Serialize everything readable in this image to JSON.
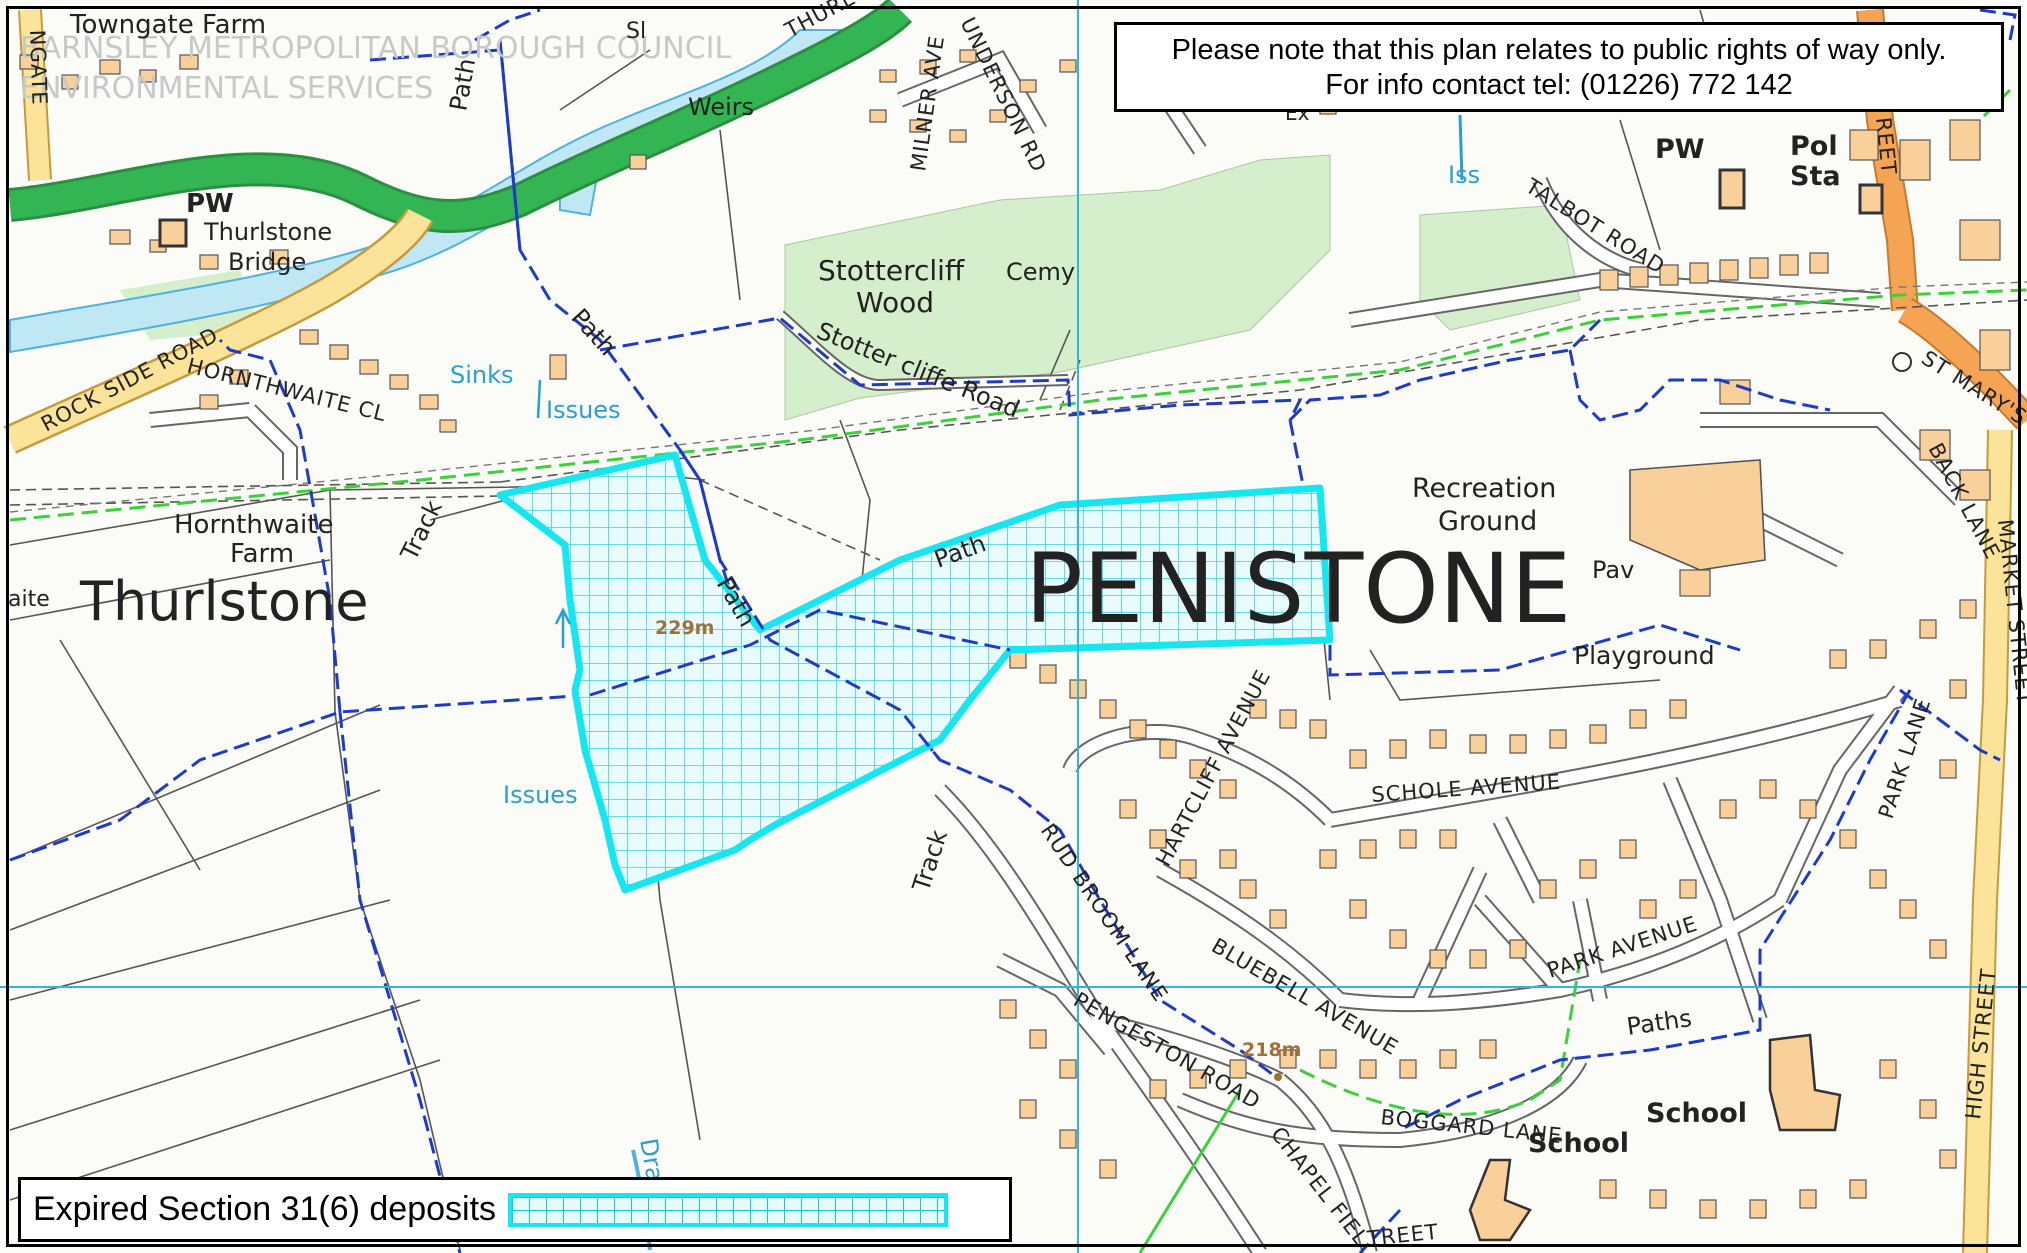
{
  "notice": {
    "line1": "Please note that this plan relates to public rights of way only.",
    "line2": "For info contact tel: (01226) 772 142"
  },
  "legend": {
    "label": "Expired Section 31(6) deposits"
  },
  "header": {
    "council_line1": "BARNSLEY METROPOLITAN BOROUGH COUNCIL",
    "council_line2": "ENVIRONMENTAL SERVICES"
  },
  "places": {
    "towngate_farm": "Towngate Farm",
    "thurlstone_bridge_1": "Thurlstone",
    "thurlstone_bridge_2": "Bridge",
    "pw_west": "PW",
    "weirs": "Weirs",
    "sl": "Sl",
    "stottercliff_1": "Stottercliff",
    "stottercliff_2": "Wood",
    "cemy": "Cemy",
    "ex": "Ex",
    "iss": "Iss",
    "pw_east": "PW",
    "pol_1": "Pol",
    "pol_2": "Sta",
    "hornthwaite_1": "Hornthwaite",
    "hornthwaite_2": "Farm",
    "thurlstone": "Thurlstone",
    "aite": "aite",
    "penistone": "PENISTONE",
    "recreation_1": "Recreation",
    "recreation_2": "Ground",
    "pav": "Pav",
    "playground": "Playground",
    "school_1": "School",
    "school_2": "School",
    "paths": "Paths"
  },
  "water_labels": {
    "sinks": "Sinks",
    "issues_1": "Issues",
    "issues_2": "Issues",
    "drain": "Dra"
  },
  "heights": {
    "h229": "229m",
    "h218": "218m"
  },
  "roads": {
    "rock_side_road": "ROCK SIDE ROAD",
    "hornthwaite_cl": "HORNTHWAITE CL",
    "thurlstone_rd": "THURL",
    "milner_ave": "MILNER AVE",
    "underson_rd": "UNDERSON RD",
    "talbot_road": "TALBOT ROAD",
    "street_top": "REET",
    "st_marys": "ST MARY'S",
    "back_lane": "BACK LANE",
    "market_street": "MARKET STREET",
    "stottercliffe_road": "Stotter cliffe Road",
    "path_north": "Path",
    "path_mid": "Path",
    "path_area": "Path",
    "path_top": "Path",
    "track_west": "Track",
    "track_south": "Track",
    "hartcliff_avenue": "HARTCLIFF AVENUE",
    "schole_avenue": "SCHOLE AVENUE",
    "park_avenue": "PARK AVENUE",
    "park_lane": "PARK LANE",
    "rud_broom_lane": "RUD BROOM LANE",
    "bluebell_avenue": "BLUEBELL AVENUE",
    "pengeston_road": "PENGESTON ROAD",
    "chapel_field": "CHAPEL FIEL",
    "boggard_lane": "BOGGARD LANE",
    "high_street": "HIGH STREET",
    "street_bottom": "TREET",
    "ngate": "NGATE"
  },
  "colors": {
    "deposit_outline": "#16e6f0",
    "deposit_hatch": "#16c9d6",
    "row_dashed": "#1d3bc8",
    "railway_green": "#3bd13b",
    "a_road": "#34b554",
    "b_road": "#f5a454",
    "minor_road": "#fbe39a",
    "woodland": "#d5eecc",
    "water": "#bfe7f4",
    "building": "#f9cf9a",
    "grid_line": "#2fb6d9"
  }
}
